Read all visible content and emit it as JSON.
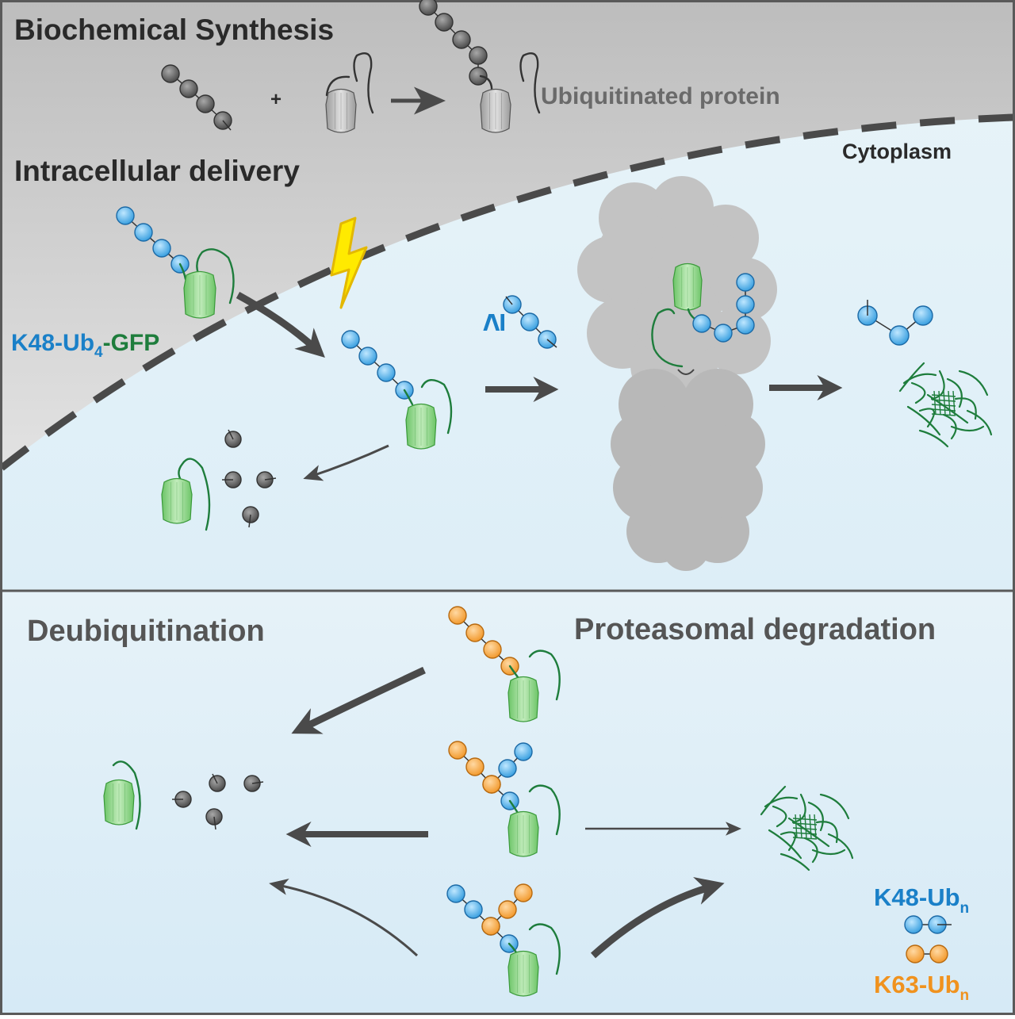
{
  "top_panel": {
    "title_synthesis": "Biochemical Synthesis",
    "plus_sign": "+",
    "ubiquitinated_protein_label": "Ubiquitinated protein",
    "title_delivery": "Intracellular delivery",
    "cytoplasm_label": "Cytoplasm",
    "construct_label": {
      "part1": "K48-Ub",
      "subscript": "4",
      "part2": "-GFP"
    },
    "threshold_symbol": "≥"
  },
  "bottom_panel": {
    "title_deubiquitination": "Deubiquitination",
    "title_degradation": "Proteasomal degradation"
  },
  "legend": {
    "k48": {
      "label": "K48-Ub",
      "subscript": "n",
      "color": "#1a80c8"
    },
    "k63": {
      "label": "K63-Ub",
      "subscript": "n",
      "color": "#f0921e"
    }
  },
  "colors": {
    "ub_blue": "#5ab6ee",
    "ub_orange": "#f6ad55",
    "ub_gray": "#6e6e6e",
    "gfp_green": "#8fd48a",
    "tail_green": "#1e7d3c",
    "proteasome": "#c3c3c3",
    "arrow": "#4a4a4a",
    "text_dark": "#2a2a2a",
    "text_gray": "#555555"
  },
  "icons": [
    "lightning-icon",
    "proteasome-icon",
    "gfp-barrel-icon",
    "ubiquitin-chain-icon",
    "degraded-peptides-icon"
  ]
}
